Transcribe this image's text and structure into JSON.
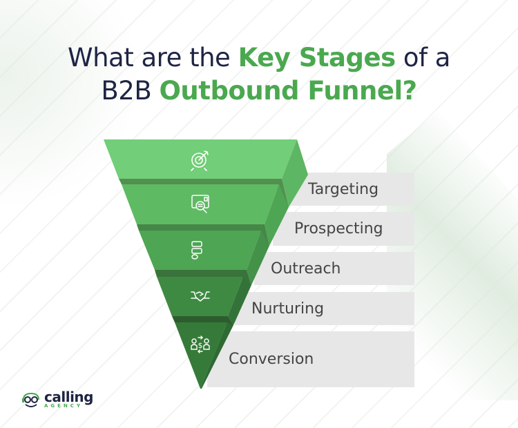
{
  "title": {
    "line1_pre": "What are the ",
    "line1_highlight": "Key Stages",
    "line1_post": " of a",
    "line2_pre": "B2B ",
    "line2_highlight": "Outbound Funnel?"
  },
  "colors": {
    "title_dark": "#1f2444",
    "accent_green": "#4aa84f",
    "label_bg": "#e7e7e7",
    "label_text": "#444444"
  },
  "stages": [
    {
      "label": "Targeting",
      "icon": "target-arrow-icon",
      "front": "#72ce78",
      "side": "#5db663",
      "band": "#52904f"
    },
    {
      "label": "Prospecting",
      "icon": "document-search-icon",
      "front": "#5fba64",
      "side": "#4ea553",
      "band": "#468646"
    },
    {
      "label": "Outreach",
      "icon": "contact-list-icon",
      "front": "#4ea553",
      "side": "#44924a",
      "band": "#3a723c"
    },
    {
      "label": "Nurturing",
      "icon": "handshake-icon",
      "front": "#3f8a42",
      "side": "#33733a",
      "band": "#2d5c2f"
    },
    {
      "label": "Conversion",
      "icon": "money-exchange-icon",
      "front": "#367a39",
      "side": "#2e6a32",
      "band": "#2a5a2c"
    }
  ],
  "logo": {
    "name": "calling",
    "sub": "AGENCY"
  }
}
